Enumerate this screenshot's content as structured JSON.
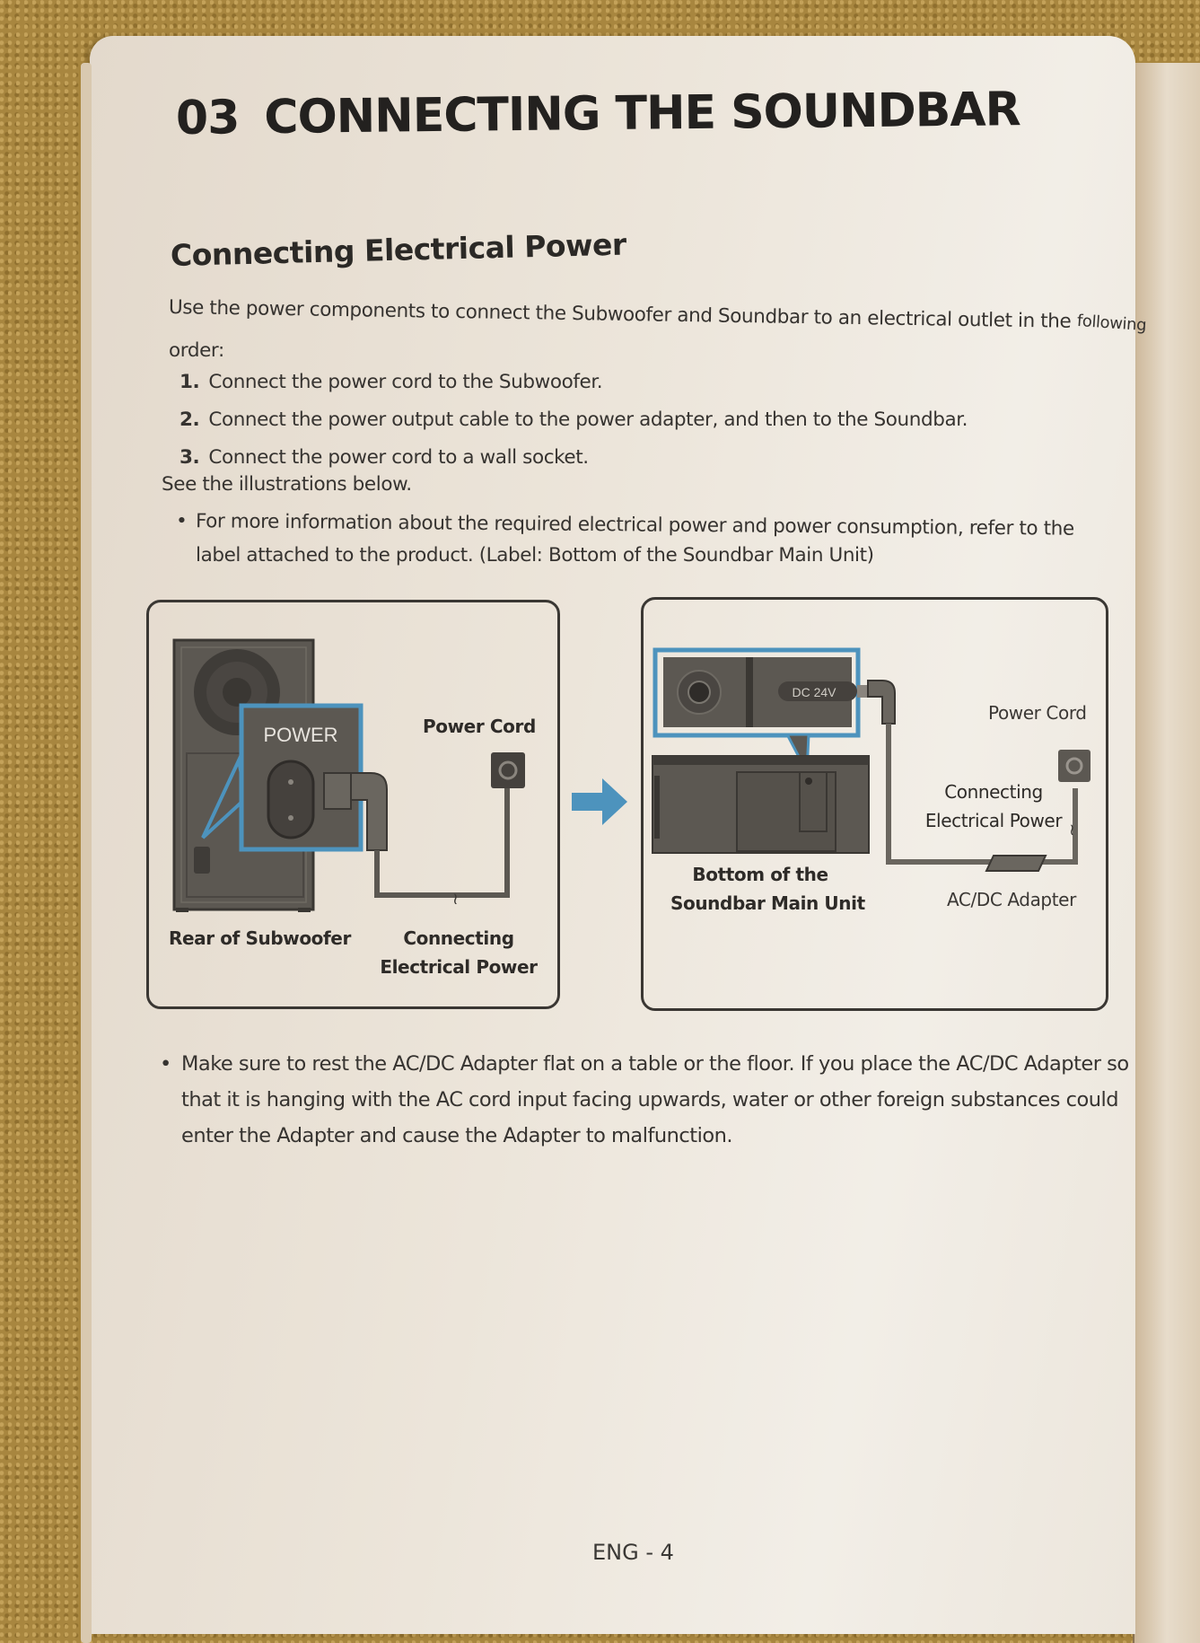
{
  "document": {
    "chapter_number": "03",
    "chapter_title": "CONNECTING THE SOUNDBAR",
    "section_title": "Connecting Electrical Power",
    "intro_line1": "Use the power components to connect the Subwoofer and Soundbar to an electrical outlet in the",
    "intro_line1_tail": "following",
    "intro_line2": "order:",
    "steps": [
      {
        "number": "1.",
        "text": "Connect the power cord to the Subwoofer."
      },
      {
        "number": "2.",
        "text": "Connect the power output cable to the power adapter, and then to the Soundbar."
      },
      {
        "number": "3.",
        "text": "Connect the power cord to a wall socket."
      }
    ],
    "see_illustrations": "See the illustrations below.",
    "note1": {
      "bullet": "•",
      "line1": "For more information about the required electrical power and power consumption, refer to the",
      "line2": "label attached to the product. (Label: Bottom of the Soundbar Main Unit)"
    },
    "note2": {
      "bullet": "•",
      "line1": "Make sure to rest the AC/DC Adapter flat on a table or the floor. If you place the AC/DC Adapter so",
      "line2": "that it is hanging with the AC cord input facing upwards, water or other foreign substances could",
      "line3": "enter the Adapter and cause the Adapter to malfunction."
    },
    "page_number": "ENG - 4"
  },
  "diagram_left": {
    "power_label": "POWER",
    "power_cord_label": "Power Cord",
    "rear_label": "Rear of Subwoofer",
    "connecting_line1": "Connecting",
    "connecting_line2": "Electrical Power"
  },
  "diagram_right": {
    "dc_label": "DC 24V",
    "power_cord_label": "Power Cord",
    "connecting_line1": "Connecting",
    "connecting_line2": "Electrical Power",
    "bottom_line1": "Bottom of the",
    "bottom_line2": "Soundbar Main Unit",
    "adapter_label": "AC/DC Adapter"
  },
  "colors": {
    "accent_blue": "#4d93bd",
    "device_gray": "#5c5852",
    "device_dark": "#3f3c38"
  }
}
